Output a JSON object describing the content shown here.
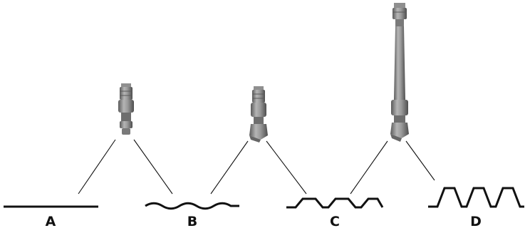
{
  "colors": {
    "line": "#111111",
    "tool_dark": "#555555",
    "tool_mid": "#8a8a8a",
    "tool_light": "#c4c4c4"
  },
  "panels": [
    {
      "label": "A",
      "profile": "flat"
    },
    {
      "label": "B",
      "profile": "wavy"
    },
    {
      "label": "C",
      "profile": "shallow-trapezoid"
    },
    {
      "label": "D",
      "profile": "deep-trapezoid"
    }
  ],
  "tools": [
    {
      "name": "short-sanding-tool",
      "length": "short"
    },
    {
      "name": "angled-sanding-tool",
      "length": "short"
    },
    {
      "name": "extended-sanding-tool",
      "length": "long"
    }
  ]
}
